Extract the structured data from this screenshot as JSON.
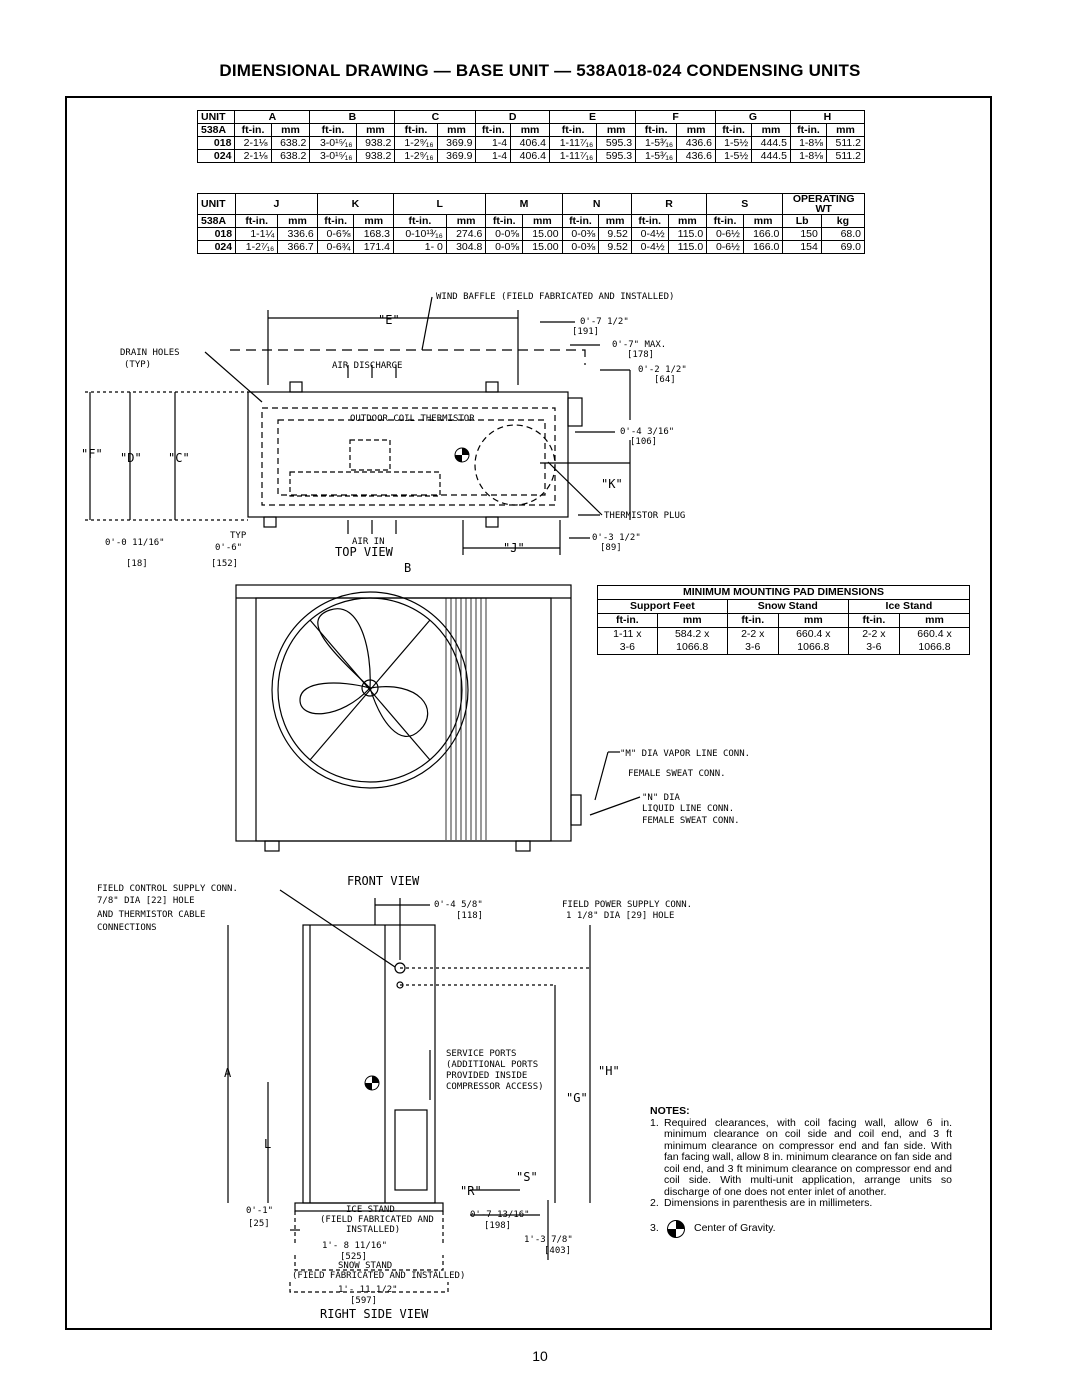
{
  "title": "DIMENSIONAL DRAWING — BASE UNIT — 538A018-024 CONDENSING UNITS",
  "table1": {
    "unit_label": "UNIT",
    "model_label": "538A",
    "columns": [
      "A",
      "B",
      "C",
      "D",
      "E",
      "F",
      "G",
      "H"
    ],
    "sub_ft": "ft-in.",
    "sub_mm": "mm",
    "rows": [
      {
        "unit": "018",
        "cells": [
          "2-1⅛",
          "638.2",
          "3-0¹⁵⁄₁₆",
          "938.2",
          "1-2⁹⁄₁₆",
          "369.9",
          "1-4",
          "406.4",
          "1-11⁷⁄₁₆",
          "595.3",
          "1-5³⁄₁₆",
          "436.6",
          "1-5½",
          "444.5",
          "1-8⅛",
          "511.2"
        ]
      },
      {
        "unit": "024",
        "cells": [
          "2-1⅛",
          "638.2",
          "3-0¹⁵⁄₁₆",
          "938.2",
          "1-2⁹⁄₁₆",
          "369.9",
          "1-4",
          "406.4",
          "1-11⁷⁄₁₆",
          "595.3",
          "1-5³⁄₁₆",
          "436.6",
          "1-5½",
          "444.5",
          "1-8⅛",
          "511.2"
        ]
      }
    ]
  },
  "table2": {
    "unit_label": "UNIT",
    "model_label": "538A",
    "columns": [
      "J",
      "K",
      "L",
      "M",
      "N",
      "R",
      "S"
    ],
    "op_label1": "OPERATING",
    "op_label2": "WT",
    "sub_ft": "ft-in.",
    "sub_mm": "mm",
    "sub_lb": "Lb",
    "sub_kg": "kg",
    "rows": [
      {
        "unit": "018",
        "cells": [
          "1-1¼",
          "336.6",
          "0-6⅝",
          "168.3",
          "0-10¹³⁄₁₆",
          "274.6",
          "0-0⅝",
          "15.00",
          "0-0⅜",
          "9.52",
          "0-4½",
          "115.0",
          "0-6½",
          "166.0",
          "150",
          "68.0"
        ]
      },
      {
        "unit": "024",
        "cells": [
          "1-2⁷⁄₁₆",
          "366.7",
          "0-6¾",
          "171.4",
          "1- 0",
          "304.8",
          "0-0⅝",
          "15.00",
          "0-0⅜",
          "9.52",
          "0-4½",
          "115.0",
          "0-6½",
          "166.0",
          "154",
          "69.0"
        ]
      }
    ]
  },
  "pad_table": {
    "title": "MINIMUM MOUNTING PAD DIMENSIONS",
    "groups": [
      "Support Feet",
      "Snow Stand",
      "Ice Stand"
    ],
    "sub": [
      "ft-in.",
      "mm",
      "ft-in.",
      "mm",
      "ft-in.",
      "mm"
    ],
    "row1": [
      "1-11 x",
      "584.2 x",
      "2-2 x",
      "660.4 x",
      "2-2 x",
      "660.4 x"
    ],
    "row2": [
      "3-6",
      "1066.8",
      "3-6",
      "1066.8",
      "3-6",
      "1066.8"
    ]
  },
  "top_view": {
    "wind_baffle": "WIND BAFFLE (FIELD FABRICATED AND INSTALLED)",
    "e_dim": "\"E\"",
    "d1": "0'-7 1/2\"",
    "d1mm": "[191]",
    "d2": "0'-7\" MAX.",
    "d2mm": "[178]",
    "d3": "0'-2 1/2\"",
    "d3mm": "[64]",
    "drain1": "DRAIN HOLES",
    "drain2": "(TYP)",
    "air_discharge": "AIR DISCHARGE",
    "thermistor": "OUTDOOR COIL THERMISTOR",
    "d4": "0'-4 3/16\"",
    "d4mm": "[106]",
    "f": "\"F\"",
    "d": "\"D\"",
    "c": "\"C\"",
    "k": "\"K\"",
    "thermistor_plug": "THERMISTOR PLUG",
    "d5": "0'-0 11/16\"",
    "d5mm": "[18]",
    "typ": "TYP",
    "d6": "0'-6\"",
    "d6mm": "[152]",
    "air_in": "AIR IN",
    "j": "\"J\"",
    "d7": "0'-3 1/2\"",
    "d7mm": "[89]",
    "view": "TOP VIEW",
    "b": "B"
  },
  "front_view": {
    "m1": "\"M\" DIA VAPOR LINE CONN.",
    "m2": "FEMALE SWEAT CONN.",
    "n1": "\"N\" DIA",
    "n2": "LIQUID LINE CONN.",
    "n3": "FEMALE SWEAT CONN.",
    "view": "FRONT VIEW"
  },
  "side_view": {
    "fc1": "FIELD CONTROL SUPPLY CONN.",
    "fc2": "7/8\" DIA [22] HOLE",
    "fc3": "AND THERMISTOR CABLE",
    "fc4": "CONNECTIONS",
    "d1": "0'-4 5/8\"",
    "d1mm": "[118]",
    "fp1": "FIELD POWER SUPPLY CONN.",
    "fp2": "1 1/8\" DIA [29] HOLE",
    "sp1": "SERVICE PORTS",
    "sp2": "(ADDITIONAL PORTS",
    "sp3": "PROVIDED INSIDE",
    "sp4": "COMPRESSOR ACCESS)",
    "h": "\"H\"",
    "g": "\"G\"",
    "a": "A",
    "l": "L",
    "s": "\"S\"",
    "r": "\"R\"",
    "d2": "0'-1\"",
    "d2mm": "[25]",
    "ice1": "ICE STAND",
    "ice2": "(FIELD FABRICATED AND",
    "ice3": "INSTALLED)",
    "d3": "0'-7 13/16\"",
    "d3mm": "[198]",
    "d4": "1'- 8 11/16\"",
    "d4mm": "[525]",
    "d5": "1'-3 7/8\"",
    "d5mm": "[403]",
    "snow1": "SNOW STAND",
    "snow2": "(FIELD FABRICATED AND INSTALLED)",
    "d6": "1'- 11 1/2\"",
    "d6mm": "[597]",
    "view": "RIGHT SIDE VIEW"
  },
  "notes": {
    "heading": "NOTES:",
    "n1": "Required clearances, with coil facing wall, allow 6 in. minimum clearance on coil side and coil end, and 3 ft minimum clearance on compressor end and fan side. With fan facing wall, allow 8 in. minimum clearance on fan side and coil end, and 3 ft minimum clearance on compressor end and coil side. With multi-unit application, arrange units so discharge of one does not enter inlet of another.",
    "n2": "Dimensions in parenthesis are in millimeters.",
    "n3": "Center of Gravity."
  },
  "page_number": "10"
}
